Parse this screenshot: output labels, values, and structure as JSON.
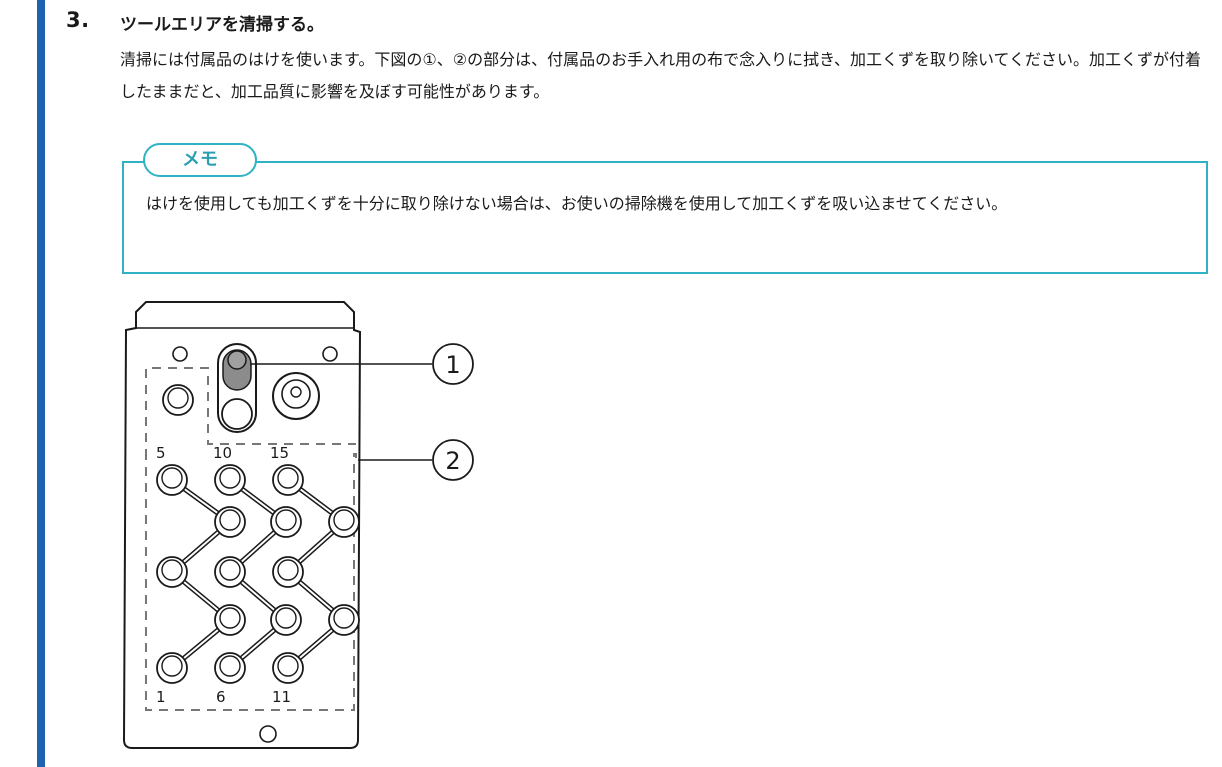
{
  "step": {
    "number": "3.",
    "title": "ツールエリアを清掃する。",
    "body": "清掃には付属品のはけを使います。下図の①、②の部分は、付属品のお手入れ用の布で念入りに拭き、加工くずを取り除いてください。加工くずが付着したままだと、加工品質に影響を及ぼす可能性があります。"
  },
  "memo": {
    "label": "メモ",
    "text": "はけを使用しても加工くずを十分に取り除けない場合は、お使いの掃除機を使用して加工くずを吸い込ませてください。"
  },
  "figure": {
    "callouts": [
      "1",
      "2"
    ],
    "top_numbers": [
      "5",
      "10",
      "15"
    ],
    "bottom_numbers": [
      "1",
      "6",
      "11"
    ]
  },
  "colors": {
    "left_bar": "#1f63b0",
    "memo_accent": "#2fb3c4"
  }
}
